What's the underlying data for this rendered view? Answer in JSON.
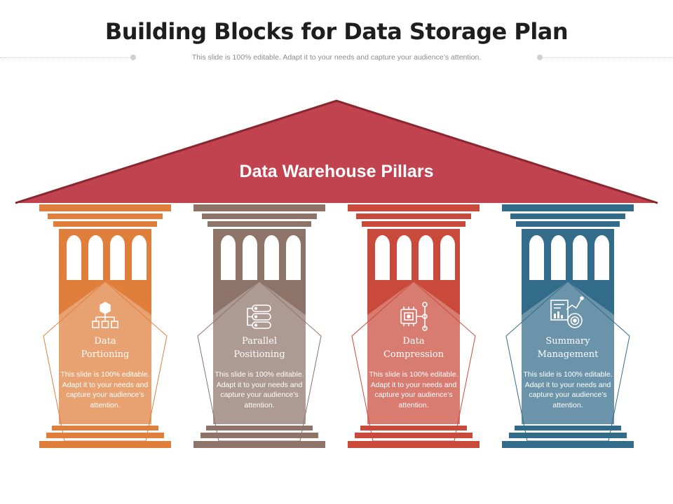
{
  "header": {
    "title": "Building Blocks for Data Storage Plan",
    "subtitle": "This slide is 100% editable. Adapt it to your needs and capture your audience’s attention."
  },
  "roof": {
    "label": "Data Warehouse Pillars",
    "color": "#C0434F"
  },
  "pillars": [
    {
      "title_line1": "Data",
      "title_line2": "Portioning",
      "description": "This slide is 100% editable. Adapt it to your needs and capture your audience’s attention.",
      "color": "#E07E3C",
      "icon": "hierarchy-icon"
    },
    {
      "title_line1": "Parallel",
      "title_line2": "Positioning",
      "description": "This slide is 100% editable. Adapt it to your needs and capture your audience’s attention.",
      "color": "#8E7369",
      "icon": "server-stack-icon"
    },
    {
      "title_line1": "Data",
      "title_line2": "Compression",
      "description": "This slide is 100% editable. Adapt it to your needs and capture your audience’s attention.",
      "color": "#C94A3B",
      "icon": "data-chip-icon"
    },
    {
      "title_line1": "Summary",
      "title_line2": "Management",
      "description": "This slide is 100% editable. Adapt it to your needs and capture your audience’s attention.",
      "color": "#336B8A",
      "icon": "analytics-chart-icon"
    }
  ]
}
